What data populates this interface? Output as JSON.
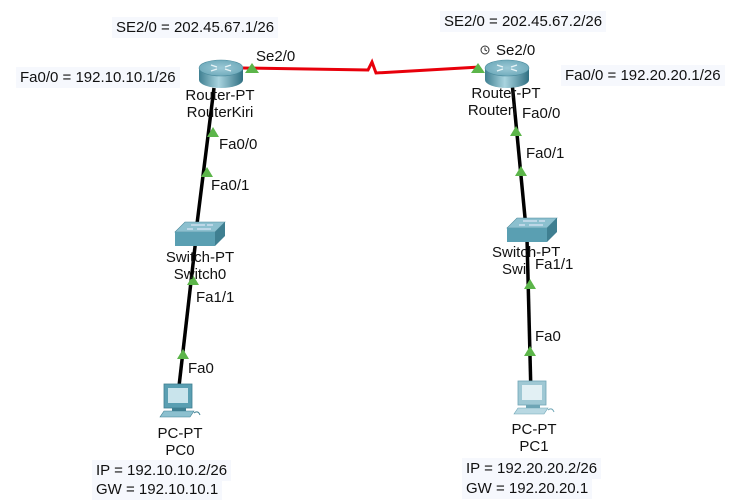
{
  "diagram": {
    "type": "network-topology",
    "colors": {
      "serial_link": "#e8000b",
      "ethernet_link": "#000000",
      "link_up": "#5cb54a",
      "device_body": "#5fa3b6",
      "note_bg": "#f6f8fd"
    },
    "notes": {
      "router_left_serial": "SE2/0 = 202.45.67.1/26",
      "router_left_fa": "Fa0/0 = 192.10.10.1/26",
      "router_right_serial": "SE2/0 = 202.45.67.2/26",
      "router_right_fa": "Fa0/0 = 192.20.20.1/26",
      "pc0_ip": "IP = 192.10.10.2/26",
      "pc0_gw": "GW = 192.10.10.1",
      "pc1_ip": "IP = 192.20.20.2/26",
      "pc1_gw": "GW = 192.20.20.1"
    },
    "devices": {
      "router_left": {
        "model": "Router-PT",
        "name": "RouterKiri",
        "icon": "router-icon"
      },
      "router_right": {
        "model": "Router-PT",
        "name": "RouterKanan",
        "visible_name": "Routerl",
        "icon": "router-icon"
      },
      "switch_left": {
        "model": "Switch-PT",
        "name": "Switch0",
        "icon": "switch-icon"
      },
      "switch_right": {
        "model": "Switch-PT",
        "name": "Switch1",
        "visible_model": "Switch-PT",
        "visible_name": "Swi",
        "icon": "switch-icon"
      },
      "pc_left": {
        "model": "PC-PT",
        "name": "PC0",
        "icon": "pc-icon"
      },
      "pc_right": {
        "model": "PC-PT",
        "name": "PC1",
        "icon": "pc-icon"
      }
    },
    "ports": {
      "rl_se": "Se2/0",
      "rr_se": "Se2/0",
      "rl_fa": "Fa0/0",
      "sl_fa01": "Fa0/1",
      "sl_fa11": "Fa1/1",
      "pc0_fa": "Fa0",
      "rr_fa": "Fa0/0",
      "sr_fa01": "Fa0/1",
      "sr_fa11": "Fa1/1",
      "pc1_fa": "Fa0"
    },
    "links": [
      {
        "from": "RouterKiri Se2/0",
        "to": "RouterKanan Se2/0",
        "type": "serial",
        "status": "up",
        "clock": "RouterKanan"
      },
      {
        "from": "RouterKiri Fa0/0",
        "to": "Switch0 Fa0/1",
        "type": "ethernet",
        "status": "up"
      },
      {
        "from": "Switch0 Fa1/1",
        "to": "PC0 Fa0",
        "type": "ethernet",
        "status": "up"
      },
      {
        "from": "RouterKanan Fa0/0",
        "to": "Switch1 Fa0/1",
        "type": "ethernet",
        "status": "up"
      },
      {
        "from": "Switch1 Fa1/1",
        "to": "PC1 Fa0",
        "type": "ethernet",
        "status": "up"
      }
    ]
  }
}
